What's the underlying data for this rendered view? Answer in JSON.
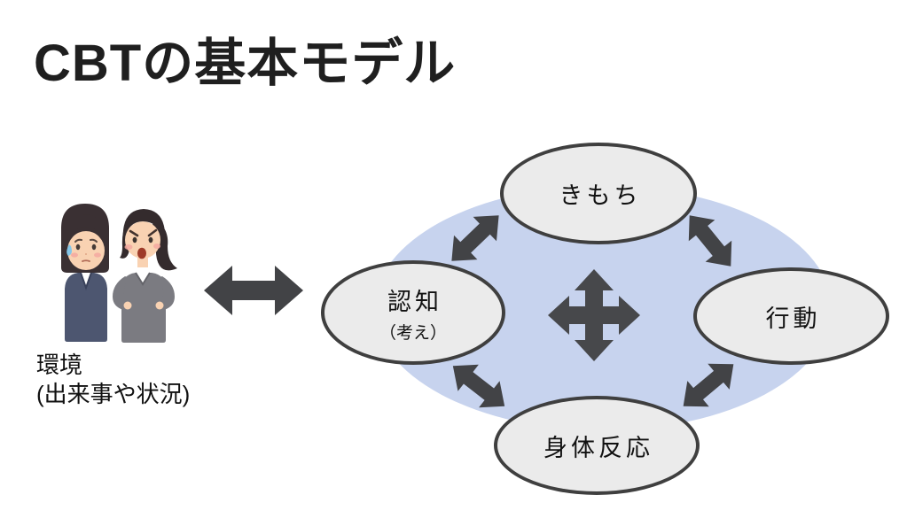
{
  "slide": {
    "title": "CBTの基本モデル"
  },
  "environment": {
    "title": "環境",
    "subtitle": "(出来事や状況)",
    "illustration": "two-businesswomen-scolding-illustration"
  },
  "diagram": {
    "nodes": [
      {
        "id": "feelings",
        "label": "きもち"
      },
      {
        "id": "cognition",
        "label": "認知",
        "sublabel": "（考え）"
      },
      {
        "id": "behavior",
        "label": "行動"
      },
      {
        "id": "somatic",
        "label": "身体反応"
      }
    ],
    "icons": {
      "center": "four-way-arrow-icon",
      "environment_link": "double-headed-arrow-icon",
      "node_links": "double-headed-arrow-icon"
    },
    "colors": {
      "background_ellipse": "#c7d3ee",
      "node_fill": "#ebebeb",
      "node_border": "#3f3f3f",
      "arrow": "#424346",
      "title_text": "#1f1f1f"
    }
  }
}
